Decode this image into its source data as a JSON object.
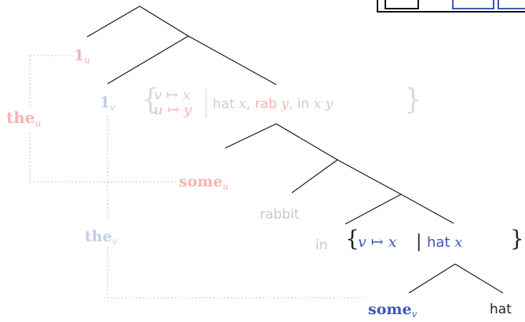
{
  "labels": {
    "one_u": "1",
    "one_u_sub": "u",
    "one_v": "1",
    "one_v_sub": "v",
    "the_u": "the",
    "the_u_sub": "u",
    "the_v": "the",
    "the_v_sub": "v",
    "some_u": "some",
    "some_u_sub": "u",
    "some_v": "some",
    "some_v_sub": "v",
    "rabbit": "rabbit",
    "in": "in",
    "hat": "hat"
  },
  "env_top": {
    "line1": "v ↦ x",
    "line2": "u ↦ y",
    "formula_hat": "hat",
    "formula_hat_var": "x",
    "formula_rab": "rab",
    "formula_rab_var": "y",
    "formula_in": "in",
    "formula_in_vars": "x y"
  },
  "env_bottom": {
    "mapping": "v ↦ x",
    "formula_hat": "hat",
    "formula_var": "x"
  },
  "colors": {
    "red": "#ef6b6b",
    "blue": "#3b59b5",
    "faded_red": "#f7b3b3",
    "faded_blue": "#c4cde8",
    "gray": "#c9c9c9"
  }
}
